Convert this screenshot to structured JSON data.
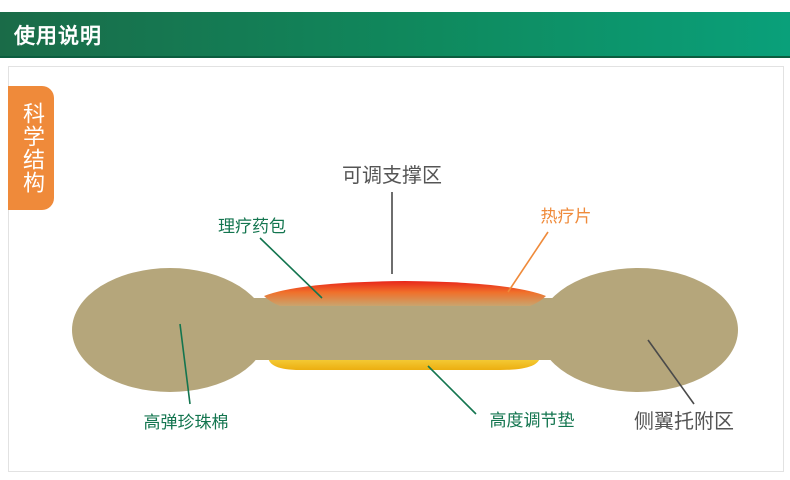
{
  "header": {
    "title": "使用说明"
  },
  "side_tab": {
    "label": "科学结构"
  },
  "diagram": {
    "labels": {
      "support": "可调支撑区",
      "herb_pack": "理疗药包",
      "heat_patch": "热疗片",
      "pearl_cotton": "高弹珍珠棉",
      "height_pad": "高度调节垫",
      "side_support": "侧翼托附区"
    },
    "colors": {
      "body": "#b5a67b",
      "heat_red": "#e8251a",
      "heat_orange": "#f39a2c",
      "pad_yellow": "#f3c21c",
      "green_text": "#13754f",
      "orange_text": "#ef8a3a",
      "dark_text": "#555555"
    }
  }
}
